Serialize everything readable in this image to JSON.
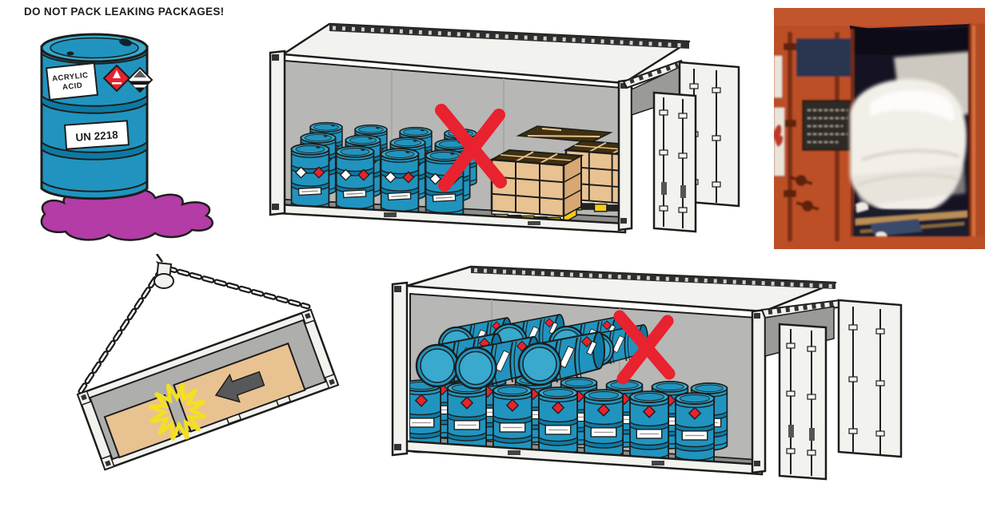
{
  "page": {
    "title": "DO NOT PACK LEAKING PACKAGES!",
    "background": "#ffffff"
  },
  "leaking_drum": {
    "material_line1": "ACRYLIC",
    "material_line2": "ACID",
    "un_number": "UN 2218"
  },
  "icons": {
    "flammable_diamond": "red hazard diamond with flame",
    "black_white_diamond": "hazard diamond, white top / black bottom",
    "red_x": "red prohibition cross",
    "impact_star": "yellow crash starburst",
    "slide_arrow": "dark arrow showing cargo sliding",
    "lifting_hook": "crane hook with chains"
  },
  "colors": {
    "ink": "#1d1d1b",
    "drum_blue": "#2094bf",
    "drum_blue_light": "#39a9cd",
    "drum_blue_dark": "#0c7aa4",
    "hazard_red": "#e8222e",
    "puddle_magenta": "#b33ca6",
    "box_tan": "#e9c292",
    "box_tan_side": "#d7a873",
    "box_dark": "#40300f",
    "pallet_yellow": "#f3cd17",
    "container_white": "#f2f2ef",
    "interior_gray": "#b7b7b5",
    "floor_gray": "#8d8d8b",
    "crash_yellow": "#f4e01f",
    "arrow_gray": "#58585a",
    "photo_orange": "#bc4e27",
    "photo_dark": "#151223",
    "bale_white": "#f2efe8"
  }
}
